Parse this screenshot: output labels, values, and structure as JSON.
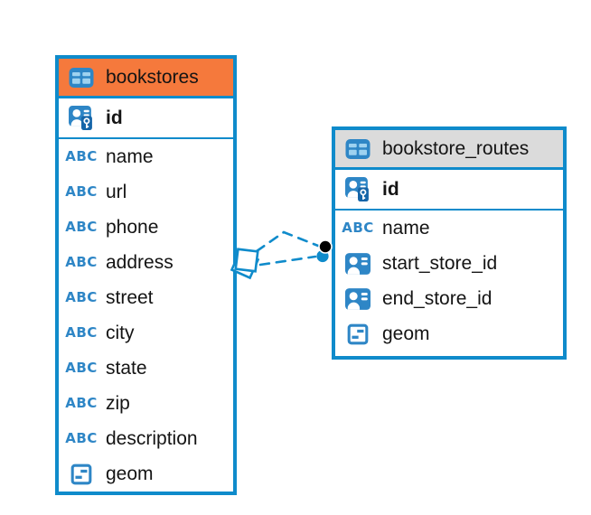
{
  "diagram": {
    "colors": {
      "background": "#ffffff",
      "table_border": "#0f8bcb",
      "relationship_line": "#0f8bcb",
      "icon_blue": "#2e86c6",
      "icon_cell_light_blue": "#9ed2f0",
      "pk_key_badge_blue": "#1565a8",
      "bookstores_header": "#f5793c",
      "bookstore_routes_header": "#dbdbdb",
      "endpoint_dot_black": "#000000",
      "text": "#141414"
    },
    "icon_labels": {
      "varchar": "ABC"
    },
    "tables": [
      {
        "name": "bookstores",
        "header_style": "orange",
        "primary_key": {
          "name": "id",
          "type": "primary-key"
        },
        "columns": [
          {
            "name": "name",
            "type": "varchar"
          },
          {
            "name": "url",
            "type": "varchar"
          },
          {
            "name": "phone",
            "type": "varchar"
          },
          {
            "name": "address",
            "type": "varchar"
          },
          {
            "name": "street",
            "type": "varchar"
          },
          {
            "name": "city",
            "type": "varchar"
          },
          {
            "name": "state",
            "type": "varchar"
          },
          {
            "name": "zip",
            "type": "varchar"
          },
          {
            "name": "description",
            "type": "varchar"
          },
          {
            "name": "geom",
            "type": "geometry"
          }
        ]
      },
      {
        "name": "bookstore_routes",
        "header_style": "gray",
        "primary_key": {
          "name": "id",
          "type": "primary-key"
        },
        "columns": [
          {
            "name": "name",
            "type": "varchar"
          },
          {
            "name": "start_store_id",
            "type": "reference"
          },
          {
            "name": "end_store_id",
            "type": "reference"
          },
          {
            "name": "geom",
            "type": "geometry"
          }
        ]
      }
    ],
    "relationships": [
      {
        "from": "bookstores",
        "to": "bookstore_routes",
        "style": "dashed"
      },
      {
        "from": "bookstores",
        "to": "bookstore_routes",
        "style": "dashed"
      }
    ]
  }
}
